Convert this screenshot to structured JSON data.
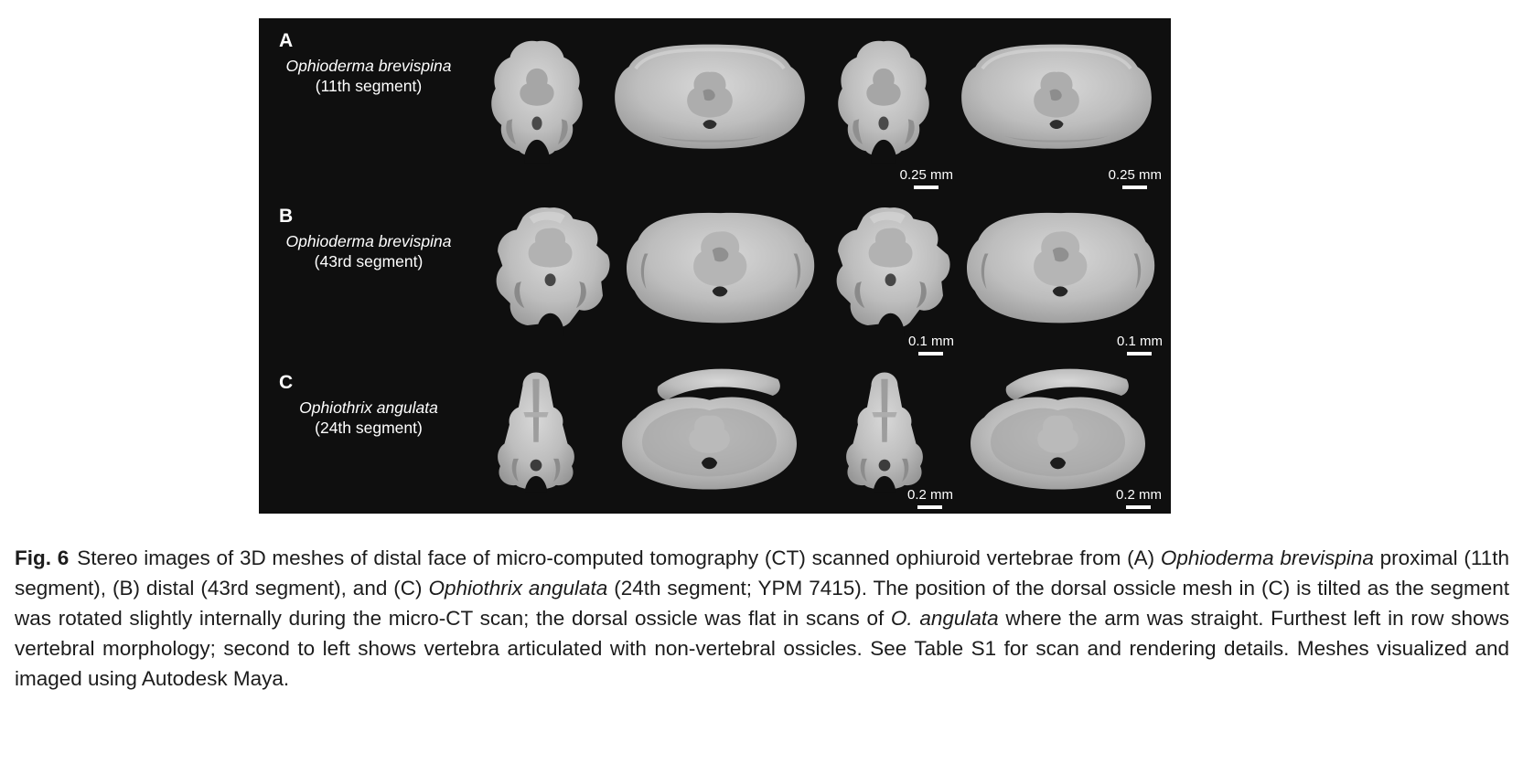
{
  "figure": {
    "panels": [
      {
        "letter": "A",
        "species": "Ophioderma brevispina",
        "segment": "(11th segment)",
        "scale_left": "0.25 mm",
        "scale_right": "0.25 mm"
      },
      {
        "letter": "B",
        "species": "Ophioderma brevispina",
        "segment": "(43rd segment)",
        "scale_left": "0.1 mm",
        "scale_right": "0.1 mm"
      },
      {
        "letter": "C",
        "species": "Ophiothrix angulata",
        "segment": "(24th segment)",
        "scale_left": "0.2 mm",
        "scale_right": "0.2 mm"
      }
    ],
    "colors": {
      "panel_background": "#0f0f0f",
      "mesh_gray": "#b5b5b5",
      "label_text": "#ffffff",
      "caption_text": "#1c1c1c"
    }
  },
  "caption": {
    "segments": [
      {
        "text": "Fig. 6",
        "style": "bold"
      },
      {
        "text": "Stereo images of 3D meshes of distal face of micro-computed tomography (CT) scanned ophiuroid vertebrae from (A) ",
        "style": "regular"
      },
      {
        "text": "Ophioderma brevispina",
        "style": "italic"
      },
      {
        "text": " proximal (11th segment), (B) distal (43rd segment), and (C) ",
        "style": "regular"
      },
      {
        "text": "Ophiothrix angulata",
        "style": "italic"
      },
      {
        "text": " (24th segment; YPM 7415). The position of the dorsal ossicle mesh in (C) is tilted as the segment was rotated slightly internally during the micro-CT scan; the dorsal ossicle was flat in scans of ",
        "style": "regular"
      },
      {
        "text": "O. angulata",
        "style": "italic"
      },
      {
        "text": " where the arm was straight. Furthest left in row shows vertebral morphology; second to left shows vertebra articulated with non-vertebral ossicles. See Table S1 for scan and rendering details. Meshes visualized and imaged using Autodesk Maya.",
        "style": "regular"
      }
    ]
  }
}
